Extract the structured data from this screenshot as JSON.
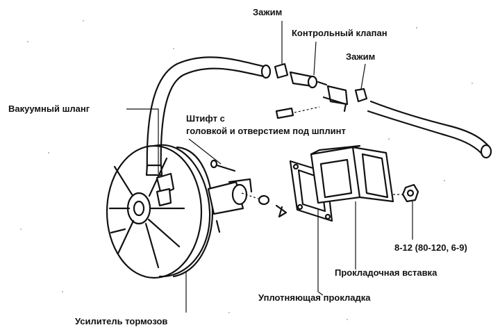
{
  "labels": {
    "clamp_top": "Зажим",
    "check_valve": "Контрольный клапан",
    "clamp_right": "Зажим",
    "vacuum_hose": "Вакуумный шланг",
    "pin_line1": "Штифт с",
    "pin_line2": "головкой и отверстием под шплинт",
    "nut_torque": "8-12 (80-120, 6-9)",
    "gasket_insert": "Прокладочная вставка",
    "seal_gasket": "Уплотняющая прокладка",
    "brake_booster": "Усилитель тормозов"
  },
  "palette": {
    "ink": "#111111",
    "paper": "#ffffff"
  }
}
